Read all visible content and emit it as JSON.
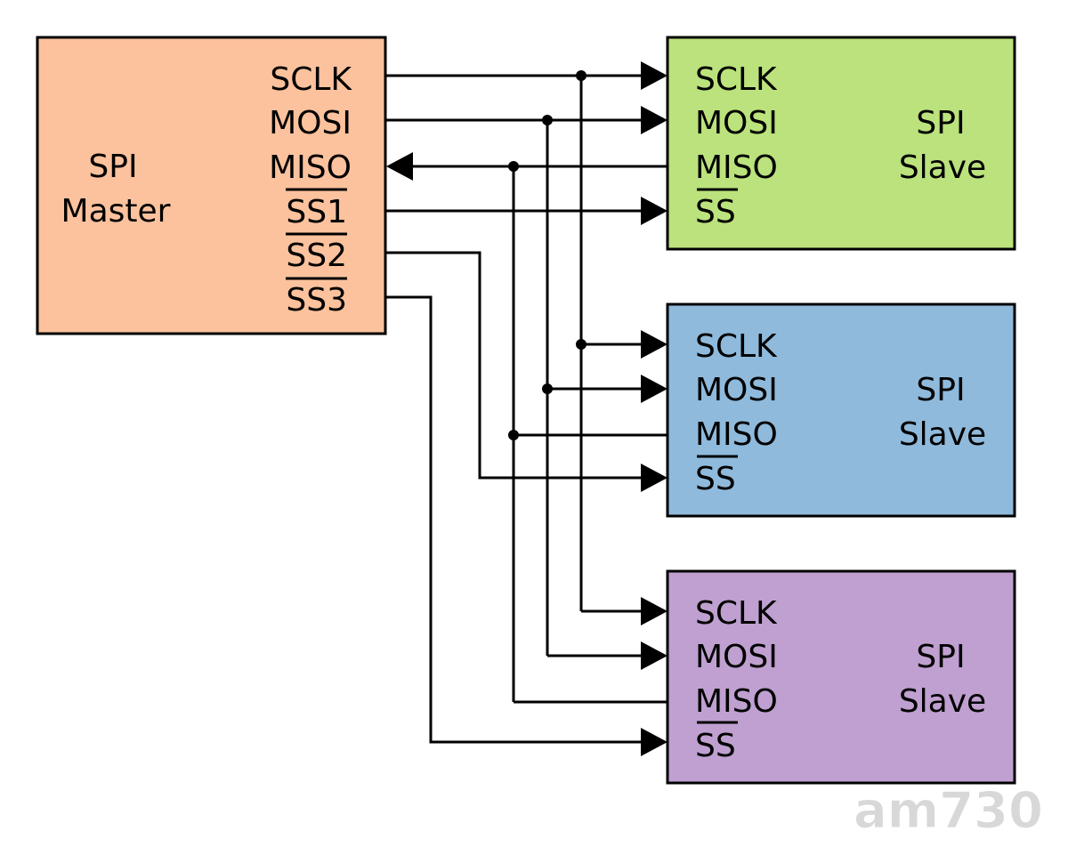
{
  "master": {
    "title_line1": "SPI",
    "title_line2": "Master",
    "color": "#fcc29d",
    "pins": {
      "sclk": "SCLK",
      "mosi": "MOSI",
      "miso": "MISO",
      "ss1": "SS1",
      "ss2": "SS2",
      "ss3": "SS3"
    }
  },
  "slaves": [
    {
      "title_line1": "SPI",
      "title_line2": "Slave",
      "color": "#bbe27c",
      "pins": {
        "sclk": "SCLK",
        "mosi": "MOSI",
        "miso": "MISO",
        "ss": "SS"
      }
    },
    {
      "title_line1": "SPI",
      "title_line2": "Slave",
      "color": "#8fbadc",
      "pins": {
        "sclk": "SCLK",
        "mosi": "MOSI",
        "miso": "MISO",
        "ss": "SS"
      }
    },
    {
      "title_line1": "SPI",
      "title_line2": "Slave",
      "color": "#bfa0d0",
      "pins": {
        "sclk": "SCLK",
        "mosi": "MOSI",
        "miso": "MISO",
        "ss": "SS"
      }
    }
  ],
  "watermark": "am730"
}
